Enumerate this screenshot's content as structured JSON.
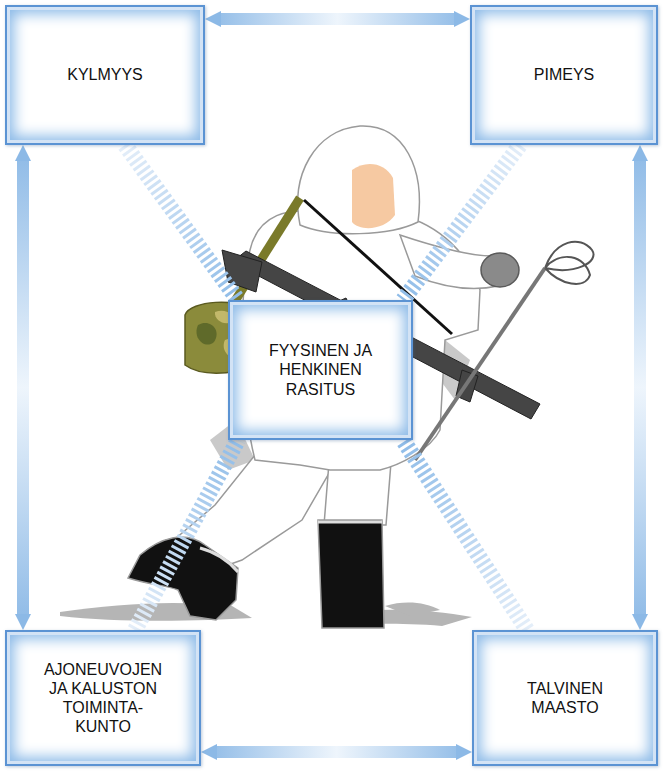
{
  "diagram": {
    "nodes": [
      {
        "text": [
          "KYLMYYS"
        ]
      },
      {
        "text": [
          "PIMEYS"
        ]
      },
      {
        "text": [
          "FYYSINEN JA HENKINEN RASITUS"
        ]
      },
      {
        "text": [
          "AJONEUVOJEN JA KALUSTON TOIMINTA- KUNTO"
        ]
      },
      {
        "text": [
          "TALVINEN MAASTO"
        ]
      }
    ],
    "edges": [
      {
        "from": 0,
        "to": 1,
        "arrow": "both"
      },
      {
        "from": 0,
        "to": 3,
        "arrow": "both"
      },
      {
        "from": 1,
        "to": 4,
        "arrow": "both"
      },
      {
        "from": 3,
        "to": 4,
        "arrow": "both"
      },
      {
        "from": 0,
        "to": 2,
        "arrow": "none"
      },
      {
        "from": 1,
        "to": 2,
        "arrow": "none"
      },
      {
        "from": 3,
        "to": 2,
        "arrow": "none"
      },
      {
        "from": 4,
        "to": 2,
        "arrow": "none"
      }
    ]
  }
}
